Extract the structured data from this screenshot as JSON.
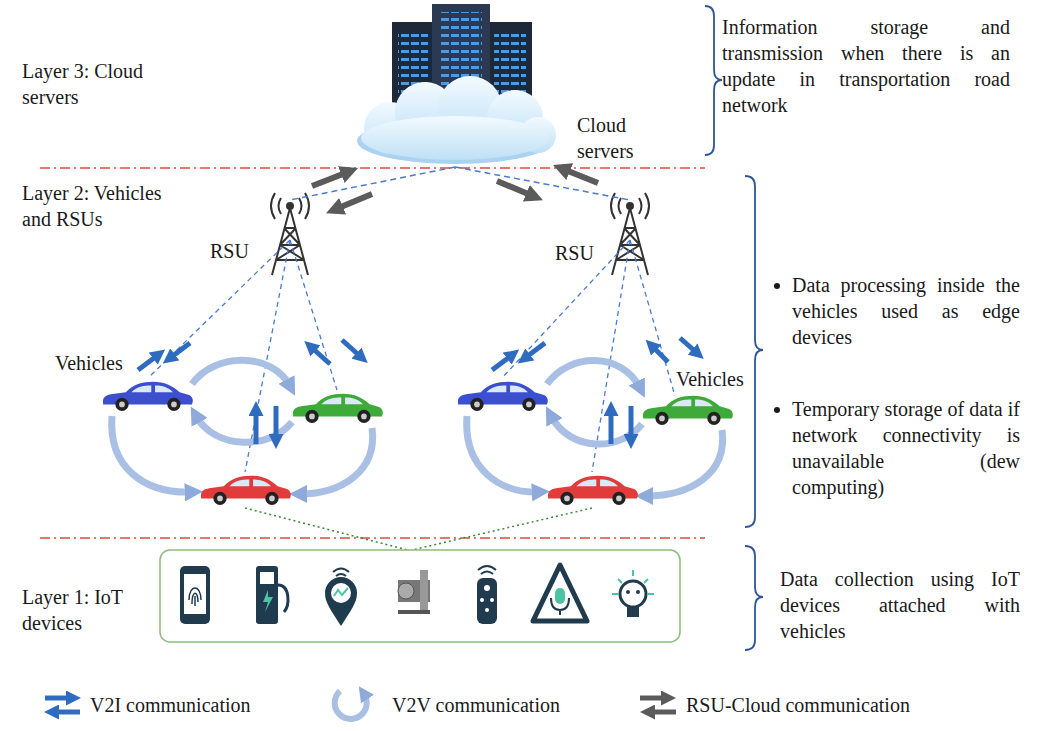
{
  "diagram": {
    "nodes": [
      {
        "text": [
          "Cloud servers"
        ]
      },
      {
        "text": [
          "RSU"
        ]
      },
      {
        "text": [
          "RSU"
        ]
      }
    ],
    "edges": [
      {
        "from": 0,
        "to": 1,
        "arrow": "none"
      },
      {
        "from": 0,
        "to": 2,
        "arrow": "none"
      }
    ],
    "labels": [
      "Layer 3: Cloud servers",
      "Information storage and transmission when there is an update in transportation road network",
      "Layer 2: Vehicles and RSUs",
      "Vehicles",
      "Vehicles",
      "Data processing inside the vehicles used as edge devices",
      "Temporary storage of data if network connectivity is unavailable (dew computing)",
      "Layer 1: IoT devices",
      "Data collection using IoT devices attached with vehicles"
    ],
    "legend": [
      {
        "text": "V2I communication"
      },
      {
        "text": "V2V communication"
      },
      {
        "text": "RSU-Cloud communication"
      }
    ]
  }
}
